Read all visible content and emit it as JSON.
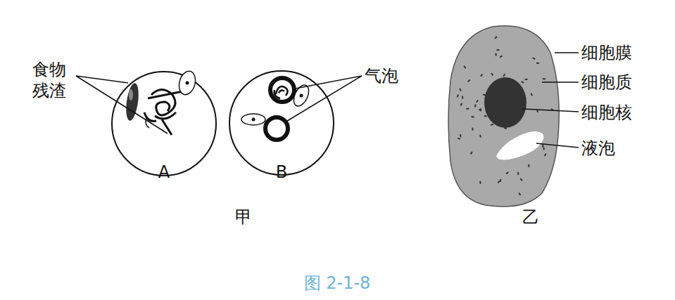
{
  "diagram": {
    "caption": "图 2-1-8",
    "labels": [
      "食物 残渣",
      "气泡",
      "A",
      "B",
      "甲",
      "细胞膜",
      "细胞质",
      "细胞核",
      "液泡",
      "乙"
    ]
  }
}
